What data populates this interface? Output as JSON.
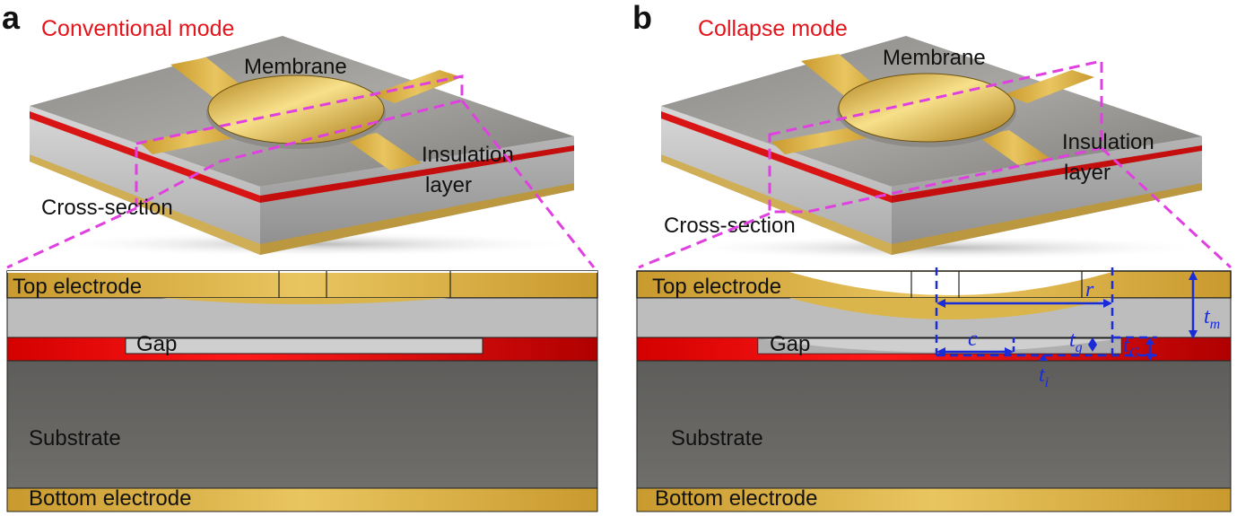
{
  "panel_a": {
    "letter": "a",
    "mode_title": "Conventional mode",
    "membrane_label": "Membrane",
    "insulation_label_line1": "Insulation",
    "insulation_label_line2": "layer",
    "cross_section_label": "Cross-section",
    "top_electrode_label": "Top electrode",
    "gap_label": "Gap",
    "substrate_label": "Substrate",
    "bottom_electrode_label": "Bottom electrode"
  },
  "panel_b": {
    "letter": "b",
    "mode_title": "Collapse mode",
    "membrane_label": "Membrane",
    "insulation_label_line1": "Insulation",
    "insulation_label_line2": "layer",
    "cross_section_label": "Cross-section",
    "top_electrode_label": "Top electrode",
    "gap_label": "Gap",
    "substrate_label": "Substrate",
    "bottom_electrode_label": "Bottom electrode",
    "dimensions": {
      "r": "r",
      "c": "c",
      "t_m_base": "t",
      "t_m_sub": "m",
      "t_g_base": "t",
      "t_g_sub": "g",
      "t_G_base": "t",
      "t_G_sub": "G",
      "t_i_base": "t",
      "t_i_sub": "i"
    }
  },
  "colors": {
    "gold": "#d4a93c",
    "red_layer": "#e01010",
    "substrate": "#6b6a68",
    "plate_gray": "#bdbdbd",
    "callout_magenta": "#e040e0",
    "dimension_blue": "#1a2bd8"
  }
}
